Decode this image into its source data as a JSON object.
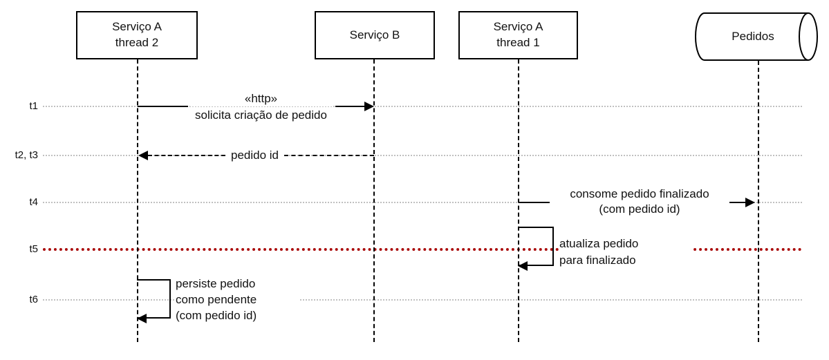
{
  "diagram": {
    "type": "uml-sequence-diagram",
    "colors": {
      "stroke": "#000000",
      "gridline": "#c0c0c0",
      "highlight_line": "#aa0b0b",
      "background": "#ffffff"
    }
  },
  "participants": [
    {
      "id": "servico-a-thread-2",
      "shape": "box",
      "line1": "Serviço A",
      "line2": "thread 2"
    },
    {
      "id": "servico-b",
      "shape": "box",
      "line1": "Serviço B",
      "line2": ""
    },
    {
      "id": "servico-a-thread-1",
      "shape": "box",
      "line1": "Serviço A",
      "line2": "thread 1"
    },
    {
      "id": "pedidos",
      "shape": "database",
      "line1": "Pedidos",
      "line2": ""
    }
  ],
  "timeline": [
    {
      "id": "t1",
      "label": "t1",
      "style": "dotted"
    },
    {
      "id": "t2t3",
      "label": "t2, t3",
      "style": "dotted"
    },
    {
      "id": "t4",
      "label": "t4",
      "style": "dotted"
    },
    {
      "id": "t5",
      "label": "t5",
      "style": "red-dotted"
    },
    {
      "id": "t6",
      "label": "t6",
      "style": "dotted"
    }
  ],
  "messages": [
    {
      "id": "msg-solicita-criacao",
      "at": "t1",
      "from": "servico-a-thread-2",
      "to": "servico-b",
      "kind": "call",
      "line_style": "solid",
      "stereotype": "«http»",
      "text": "solicita criação de pedido"
    },
    {
      "id": "msg-pedido-id",
      "at": "t2t3",
      "from": "servico-b",
      "to": "servico-a-thread-2",
      "kind": "return",
      "line_style": "dashed",
      "stereotype": "",
      "text": "pedido id"
    },
    {
      "id": "msg-consome-pedido",
      "at": "t4",
      "from": "servico-a-thread-1",
      "to": "pedidos",
      "kind": "call",
      "line_style": "solid",
      "stereotype": "",
      "text_line1": "consome pedido finalizado",
      "text_line2": "(com pedido id)"
    },
    {
      "id": "msg-atualiza-pedido",
      "at": "t5",
      "from": "servico-a-thread-1",
      "to": "servico-a-thread-1",
      "kind": "self",
      "line_style": "solid",
      "text_line1": "atualiza pedido",
      "text_line2": "para finalizado"
    },
    {
      "id": "msg-persiste-pedido",
      "at": "t6",
      "from": "servico-a-thread-2",
      "to": "servico-a-thread-2",
      "kind": "self",
      "line_style": "solid",
      "text_line1": "persiste pedido",
      "text_line2": "como pendente",
      "text_line3": "(com pedido id)"
    }
  ]
}
